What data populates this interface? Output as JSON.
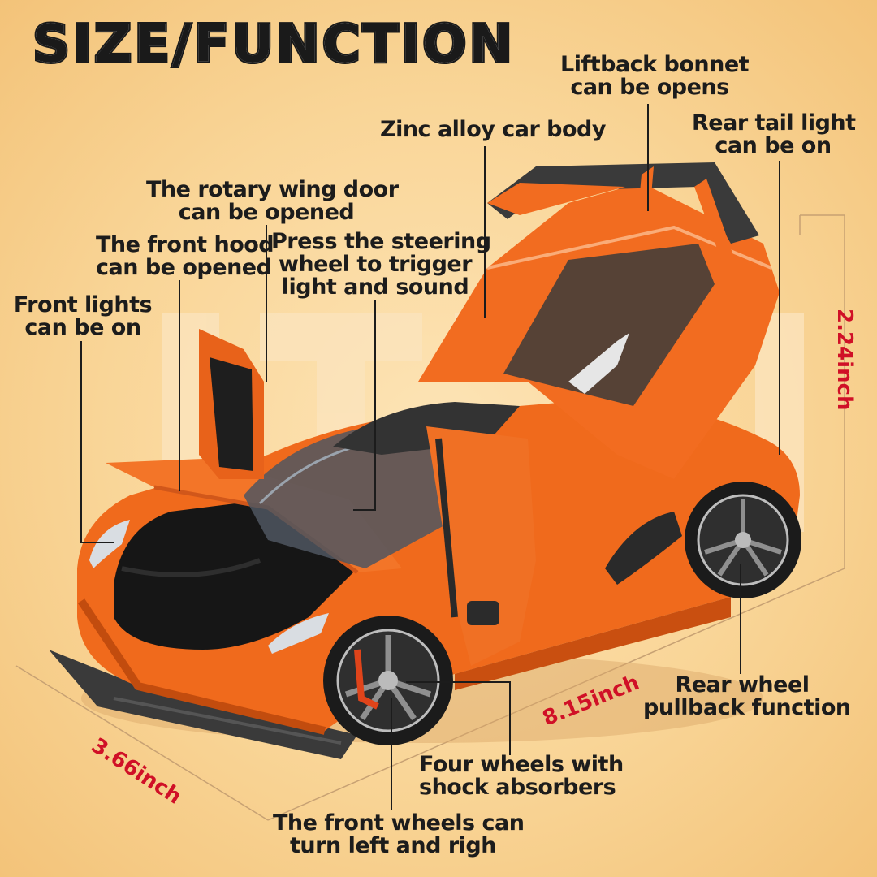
{
  "title": "SIZE/FUNCTION",
  "callouts": {
    "liftback_bonnet": [
      "Liftback bonnet",
      "can be opens"
    ],
    "rear_tail_light": [
      "Rear tail light",
      "can be on"
    ],
    "zinc_body": [
      "Zinc alloy car body"
    ],
    "rotary_door": [
      "The rotary wing door",
      "can be opened"
    ],
    "front_hood": [
      "The front hood",
      "can be opened"
    ],
    "steering_wheel": [
      "Press the steering",
      "wheel to trigger",
      "light and sound"
    ],
    "front_lights": [
      "Front lights",
      "can be on"
    ],
    "rear_wheel": [
      "Rear wheel",
      "pullback function"
    ],
    "four_wheels": [
      "Four wheels with",
      "shock absorbers"
    ],
    "front_wheels": [
      "The front wheels can",
      "turn left and righ"
    ]
  },
  "dimensions": {
    "height": "2.24inch",
    "length": "8.15inch",
    "width": "3.66inch"
  },
  "colors": {
    "car_body": "#f06a1c",
    "dimension_text": "#d01027",
    "background": "#f9d597"
  }
}
